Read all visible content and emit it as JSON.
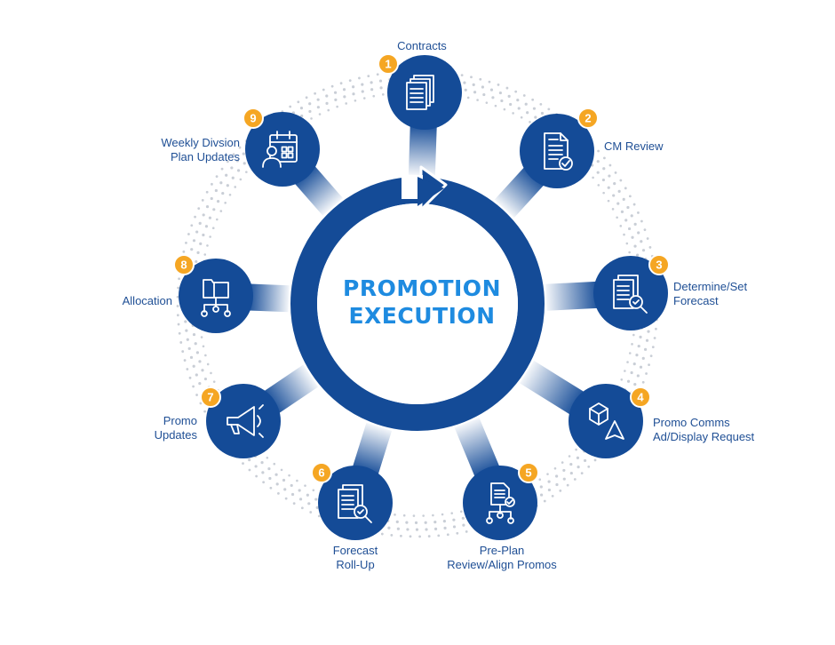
{
  "center": {
    "line1": "PROMOTION",
    "line2": "EXECUTION"
  },
  "colors": {
    "ring": "#144b97",
    "node": "#144b97",
    "badge": "#f5a623",
    "label": "#1f4f95",
    "center_text": "#1e8be0",
    "dots": "#c9ced6"
  },
  "steps": [
    {
      "number": "1",
      "lines": [
        "Contracts"
      ],
      "icon": "documents-icon"
    },
    {
      "number": "2",
      "lines": [
        "CM Review"
      ],
      "icon": "document-check-icon"
    },
    {
      "number": "3",
      "lines": [
        "Determine/Set",
        "Forecast"
      ],
      "icon": "document-search-icon"
    },
    {
      "number": "4",
      "lines": [
        "Promo Comms",
        "Ad/Display Request"
      ],
      "icon": "cube-cursor-icon"
    },
    {
      "number": "5",
      "lines": [
        "Pre-Plan",
        "Review/Align Promos"
      ],
      "icon": "document-network-icon"
    },
    {
      "number": "6",
      "lines": [
        "Forecast",
        "Roll-Up"
      ],
      "icon": "document-search-icon"
    },
    {
      "number": "7",
      "lines": [
        "Promo",
        "Updates"
      ],
      "icon": "megaphone-icon"
    },
    {
      "number": "8",
      "lines": [
        "Allocation"
      ],
      "icon": "folder-network-icon"
    },
    {
      "number": "9",
      "lines": [
        "Weekly Divsion",
        "Plan Updates"
      ],
      "icon": "calendar-user-icon"
    }
  ]
}
